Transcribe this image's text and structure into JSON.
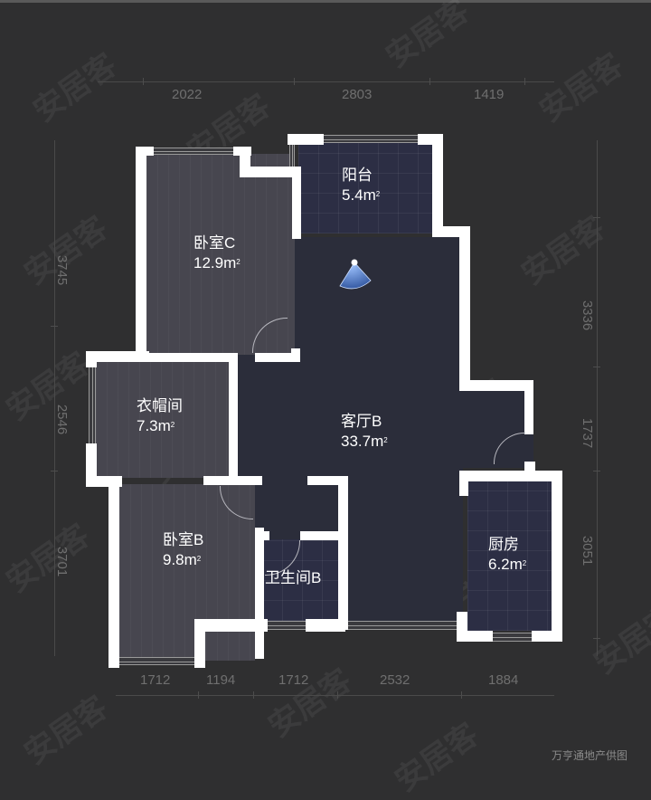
{
  "plan": {
    "watermark_text": "安居客",
    "credit": "万亨通地产供图",
    "dimensions": {
      "top": [
        "2022",
        "2803",
        "1419"
      ],
      "bottom": [
        "1712",
        "1194",
        "1712",
        "2532",
        "1884"
      ],
      "left": [
        "3745",
        "2546",
        "3701"
      ],
      "right": [
        "3336",
        "1737",
        "3051"
      ]
    },
    "rooms": {
      "bedroom_c": {
        "name": "卧室C",
        "area": "12.9m",
        "unit_sup": "2"
      },
      "balcony": {
        "name": "阳台",
        "area": "5.4m",
        "unit_sup": "2"
      },
      "cloakroom": {
        "name": "衣帽间",
        "area": "7.3m",
        "unit_sup": "2"
      },
      "living_room": {
        "name": "客厅B",
        "area": "33.7m",
        "unit_sup": "2"
      },
      "bedroom_b": {
        "name": "卧室B",
        "area": "9.8m",
        "unit_sup": "2"
      },
      "bathroom_b": {
        "name": "卫生间B",
        "area": "",
        "unit_sup": ""
      },
      "kitchen": {
        "name": "厨房",
        "area": "6.2m",
        "unit_sup": "2"
      }
    },
    "colors": {
      "background": "#2f2f30",
      "wall": "#ffffff",
      "wood_floor": "#47464f",
      "tile_floor": "#2c2e44",
      "living_floor": "#2b2d3a",
      "dimension_text": "#6f6f6f"
    }
  }
}
